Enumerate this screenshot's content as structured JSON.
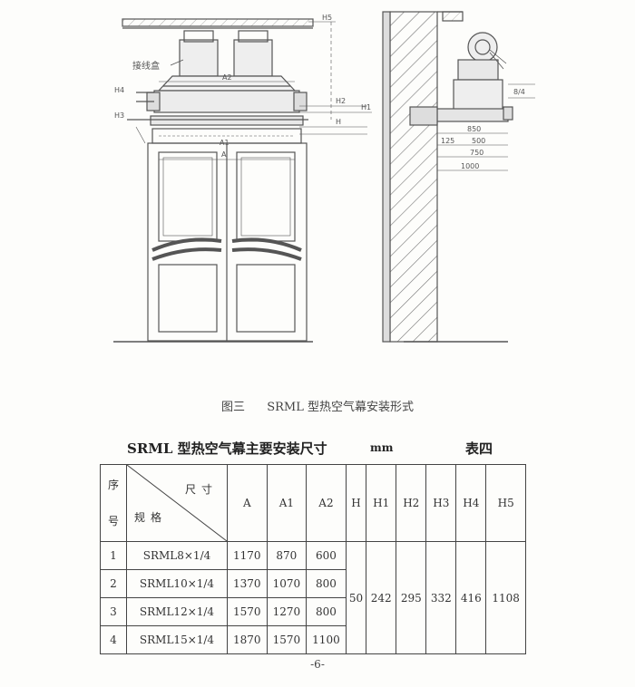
{
  "drawing": {
    "labels": {
      "h5": "H5",
      "side_label": "接线盒",
      "h4": "H4",
      "h3": "H3",
      "a2": "A2",
      "h2": "H2",
      "h1": "H1",
      "h": "H",
      "a1": "A1",
      "a": "A",
      "d_850": "850",
      "d_500": "500",
      "d_750": "750",
      "d_1000": "1000",
      "d_125": "125",
      "d_8_4": "8/4"
    }
  },
  "caption": {
    "figure": "图三",
    "title": "SRML 型热空气幕安装形式"
  },
  "table": {
    "title": "SRML 型热空气幕主要安装尺寸",
    "unit": "mm",
    "number": "表四",
    "seq_header": "序号",
    "seq_top": "序",
    "seq_bottom": "号",
    "diag_top": "尺寸",
    "diag_bottom": "规格",
    "columns": [
      "A",
      "A1",
      "A2",
      "H",
      "H1",
      "H2",
      "H3",
      "H4",
      "H5"
    ],
    "rows": [
      {
        "no": "1",
        "model": "SRML8×1/4",
        "a": "1170",
        "a1": "870",
        "a2": "600"
      },
      {
        "no": "2",
        "model": "SRML10×1/4",
        "a": "1370",
        "a1": "1070",
        "a2": "800"
      },
      {
        "no": "3",
        "model": "SRML12×1/4",
        "a": "1570",
        "a1": "1270",
        "a2": "800"
      },
      {
        "no": "4",
        "model": "SRML15×1/4",
        "a": "1870",
        "a1": "1570",
        "a2": "1100"
      }
    ],
    "shared": {
      "h": "50",
      "h1": "242",
      "h2": "295",
      "h3": "332",
      "h4": "416",
      "h5": "1108"
    }
  },
  "page": "-6-"
}
